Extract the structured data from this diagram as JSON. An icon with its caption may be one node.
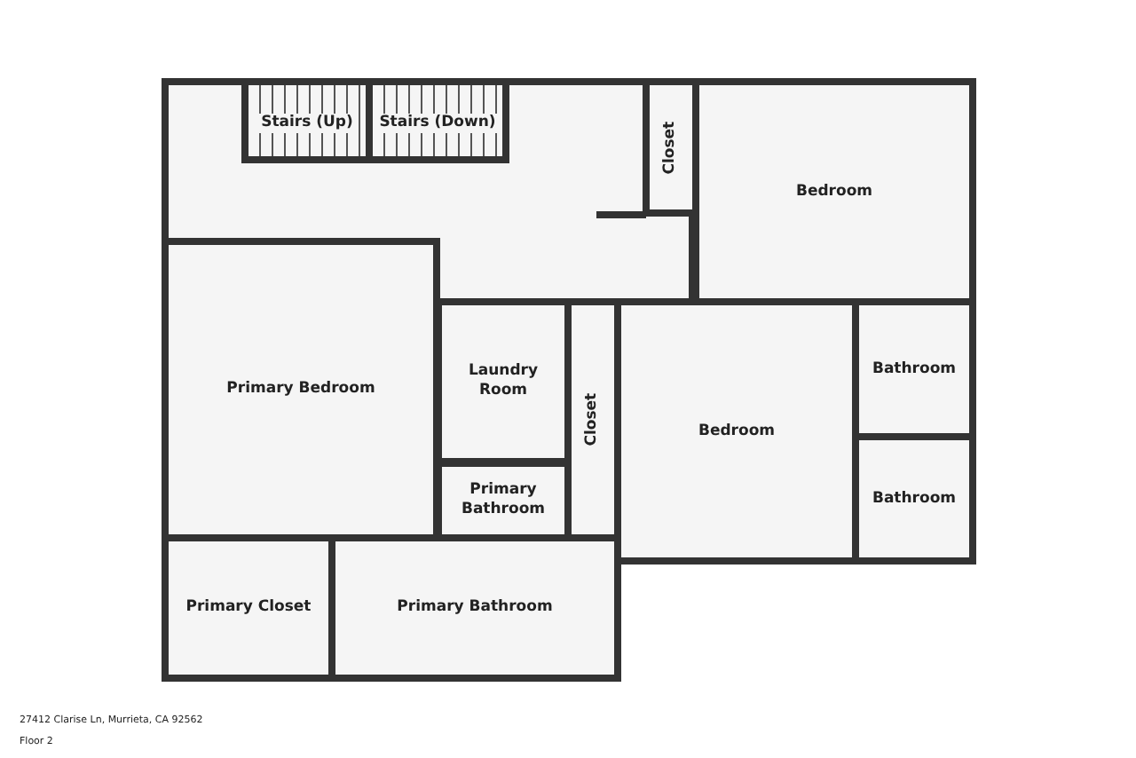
{
  "diagram": {
    "caption": "27412 Clarise Ln, Murrieta, CA 92562",
    "nodes": [
      {
        "text": [
          "Stairs (Up)"
        ]
      },
      {
        "text": [
          "Stairs (Down)"
        ]
      },
      {
        "text": [
          "Closet"
        ]
      },
      {
        "text": [
          "Bedroom"
        ]
      },
      {
        "text": [
          "Primary Bedroom"
        ]
      },
      {
        "text": [
          "Laundry Room"
        ]
      },
      {
        "text": [
          "Closet"
        ]
      },
      {
        "text": [
          "Bedroom"
        ]
      },
      {
        "text": [
          "Bathroom"
        ]
      },
      {
        "text": [
          "Primary Bathroom"
        ]
      },
      {
        "text": [
          "Bathroom"
        ]
      },
      {
        "text": [
          "Primary Closet"
        ]
      },
      {
        "text": [
          "Primary Bathroom"
        ]
      }
    ],
    "edges": [],
    "labels": [
      "Floor 2"
    ]
  }
}
